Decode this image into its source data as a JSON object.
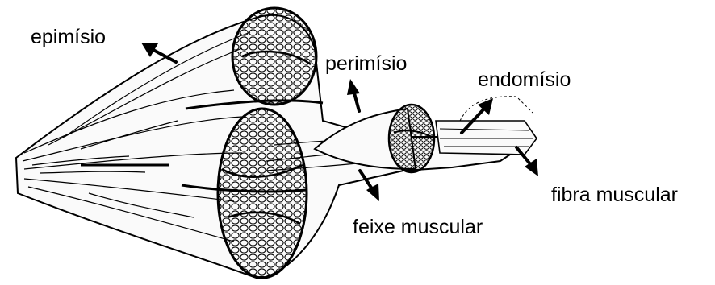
{
  "diagram": {
    "labels": {
      "epimisio": "epimísio",
      "perimisio": "perimísio",
      "endomisio": "endomísio",
      "feixe_muscular": "feixe muscular",
      "fibra_muscular": "fibra muscular"
    }
  },
  "colors": {
    "ink": "#000000",
    "background": "#ffffff",
    "tissue": "#fafafa"
  }
}
